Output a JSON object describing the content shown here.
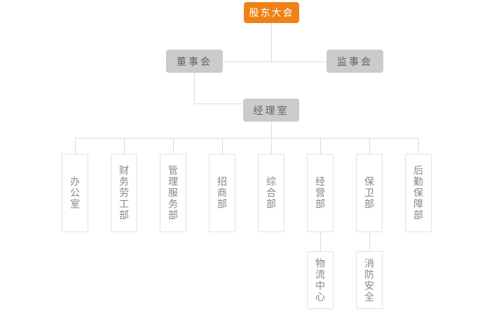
{
  "org_chart": {
    "title": "company-organization-chart",
    "root": {
      "label": "股东大会"
    },
    "boards": [
      {
        "label": "董事会"
      },
      {
        "label": "监事会"
      }
    ],
    "manager_office": {
      "label": "经理室"
    },
    "departments": [
      {
        "label": "办公室"
      },
      {
        "label": "财务劳工部"
      },
      {
        "label": "管理服务部"
      },
      {
        "label": "招商部"
      },
      {
        "label": "综合部"
      },
      {
        "label": "经营部"
      },
      {
        "label": "保卫部"
      },
      {
        "label": "后勤保障部"
      }
    ],
    "sub_units": [
      {
        "label": "物流中心",
        "parent": "经营部"
      },
      {
        "label": "消防安全",
        "parent": "保卫部"
      }
    ],
    "colors": {
      "root_background": "#ef8216",
      "root_text": "#ffffff",
      "committee_background": "#cbcbcb",
      "committee_text": "#636363",
      "department_border": "#e1e1e1",
      "department_text": "#868686",
      "connector_line": "#dcdcdc"
    }
  }
}
